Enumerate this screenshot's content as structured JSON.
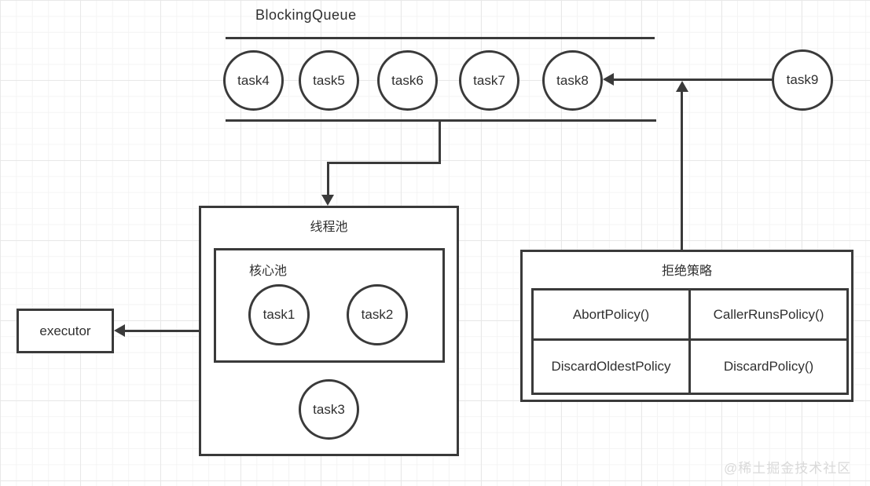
{
  "diagram": {
    "blocking_queue": {
      "title": "BlockingQueue",
      "tasks": [
        "task4",
        "task5",
        "task6",
        "task7",
        "task8"
      ]
    },
    "incoming_task": {
      "label": "task9"
    },
    "thread_pool": {
      "title": "线程池",
      "core_pool": {
        "title": "核心池",
        "tasks": [
          "task1",
          "task2"
        ]
      },
      "overflow_task": "task3"
    },
    "executor": {
      "label": "executor"
    },
    "rejection_policy": {
      "title": "拒绝策略",
      "policies": [
        "AbortPolicy()",
        "CallerRunsPolicy()",
        "DiscardOldestPolicy",
        "DiscardPolicy()"
      ]
    },
    "watermark": "@稀土掘金技术社区",
    "colors": {
      "stroke": "#3a3a3a",
      "text": "#2f2f2f",
      "watermark": "#d9d9d9",
      "grid_minor": "#f4f4f4",
      "grid_major": "#e8e8e8"
    }
  }
}
